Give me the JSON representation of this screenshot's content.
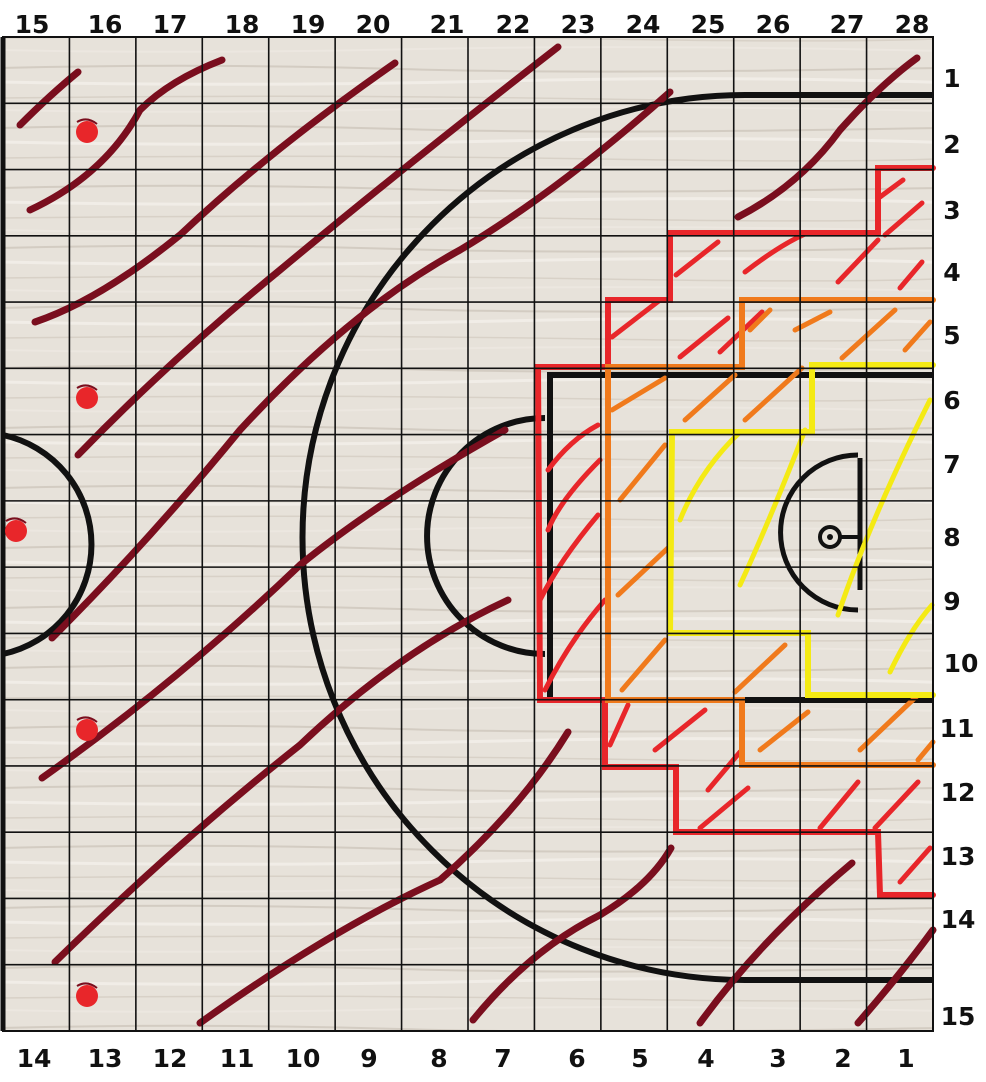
{
  "board": {
    "top_labels": [
      "15",
      "16",
      "17",
      "18",
      "19",
      "20",
      "21",
      "22",
      "23",
      "24",
      "25",
      "26",
      "27",
      "28"
    ],
    "bottom_labels": [
      "14",
      "13",
      "12",
      "11",
      "10",
      "9",
      "8",
      "7",
      "6",
      "5",
      "4",
      "3",
      "2",
      "1"
    ],
    "row_labels": [
      "1",
      "2",
      "3",
      "4",
      "5",
      "6",
      "7",
      "8",
      "9",
      "10",
      "11",
      "12",
      "13",
      "14",
      "15"
    ]
  },
  "colors": {
    "wood": "#e7e2da",
    "grid": "#111111",
    "court_lines": "#111111",
    "dark_red": "#7a0e1e",
    "red": "#e8262a",
    "orange": "#f07a1c",
    "yellow": "#f4ea14",
    "marker": "#e8262a"
  },
  "markers": [
    {
      "name": "player-marker-1",
      "icon": "red-dot"
    },
    {
      "name": "player-marker-2",
      "icon": "red-dot"
    },
    {
      "name": "player-marker-3",
      "icon": "red-dot"
    },
    {
      "name": "player-marker-4",
      "icon": "red-dot"
    },
    {
      "name": "player-marker-5",
      "icon": "red-dot"
    }
  ]
}
